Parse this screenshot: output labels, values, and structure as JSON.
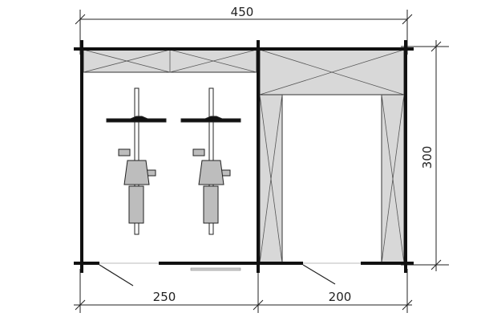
{
  "dimensions": {
    "total_width": "450",
    "left_width": "250",
    "right_width": "200",
    "depth": "300"
  },
  "colors": {
    "wall": "#111111",
    "fill": "#d8d8d8",
    "line": "#333333"
  }
}
